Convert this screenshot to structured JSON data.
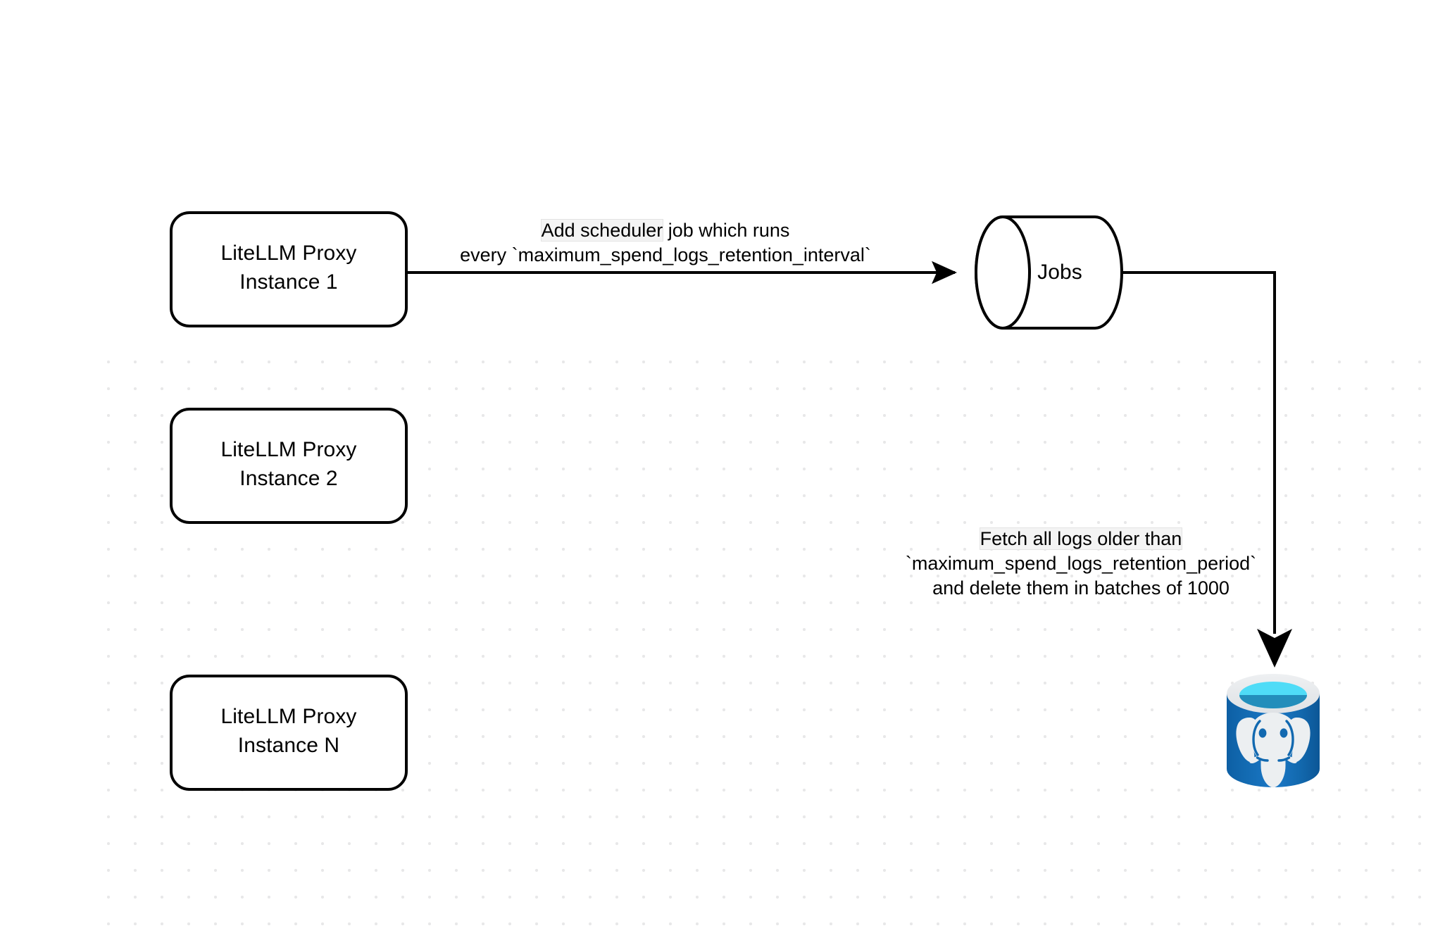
{
  "diagram": {
    "title": "LiteLLM spend logs retention scheduler flow",
    "background": "#ffffff",
    "grid_dot_color": "#e8e8e9",
    "stroke_color": "#000000"
  },
  "nodes": {
    "proxy_instance_1": {
      "name": "LiteLLM Proxy Instance 1",
      "line1": "LiteLLM Proxy",
      "line2": "Instance 1",
      "shape": "rounded-rectangle"
    },
    "proxy_instance_2": {
      "name": "LiteLLM Proxy Instance 2",
      "line1": "LiteLLM Proxy",
      "line2": "Instance 2",
      "shape": "rounded-rectangle"
    },
    "proxy_instance_n": {
      "name": "LiteLLM Proxy Instance N",
      "line1": "LiteLLM Proxy",
      "line2": "Instance N",
      "shape": "rounded-rectangle"
    },
    "jobs": {
      "label": "Jobs",
      "shape": "cylinder-horizontal"
    },
    "database": {
      "label": "",
      "shape": "database-cylinder",
      "icon": "postgresql-icon",
      "body_color": "#1269b0",
      "body_color_light": "#2b8fe0",
      "rim_color": "#e8eaec",
      "top_color": "#4fdcf7",
      "top_shadow_color": "#1f87b5",
      "logo_color": "#eceff1"
    }
  },
  "edges": {
    "scheduler_edge": {
      "from": "proxy_instance_1",
      "to": "jobs",
      "highlight_text": "Add scheduler",
      "rest_line1": " job which runs",
      "line2": "every `maximum_spend_logs_retention_interval`",
      "full_text": "Add scheduler job which runs every `maximum_spend_logs_retention_interval`",
      "arrowhead": "triangle"
    },
    "delete_edge": {
      "from": "jobs",
      "to": "database",
      "highlight_text": "Fetch all logs older than",
      "line2": "`maximum_spend_logs_retention_period`",
      "line3": "and delete them in batches of 1000",
      "full_text": "Fetch all logs older than `maximum_spend_logs_retention_period` and delete them in batches of 1000",
      "arrowhead": "block-arrow"
    }
  }
}
